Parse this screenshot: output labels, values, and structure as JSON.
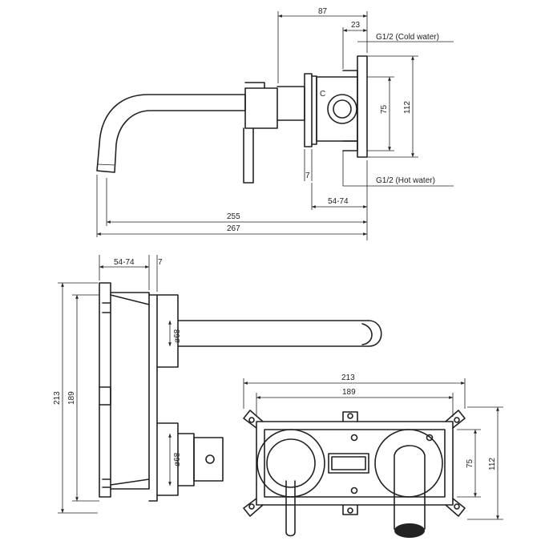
{
  "side_view": {
    "dim_87": "87",
    "dim_23": "23",
    "dim_75": "75",
    "dim_112": "112",
    "dim_7": "7",
    "dim_54_74": "54-74",
    "dim_255": "255",
    "dim_267": "267",
    "label_cold": "G1/2 (Cold water)",
    "label_hot": "G1/2 (Hot water)",
    "mark_c": "C"
  },
  "top_view": {
    "dim_54_74": "54-74",
    "dim_7": "7",
    "dim_213": "213",
    "dim_189": "189",
    "dim_d68_top": "ø68",
    "dim_d68_bottom": "ø68"
  },
  "front_view": {
    "dim_213": "213",
    "dim_189": "189",
    "dim_75": "75",
    "dim_112": "112"
  }
}
